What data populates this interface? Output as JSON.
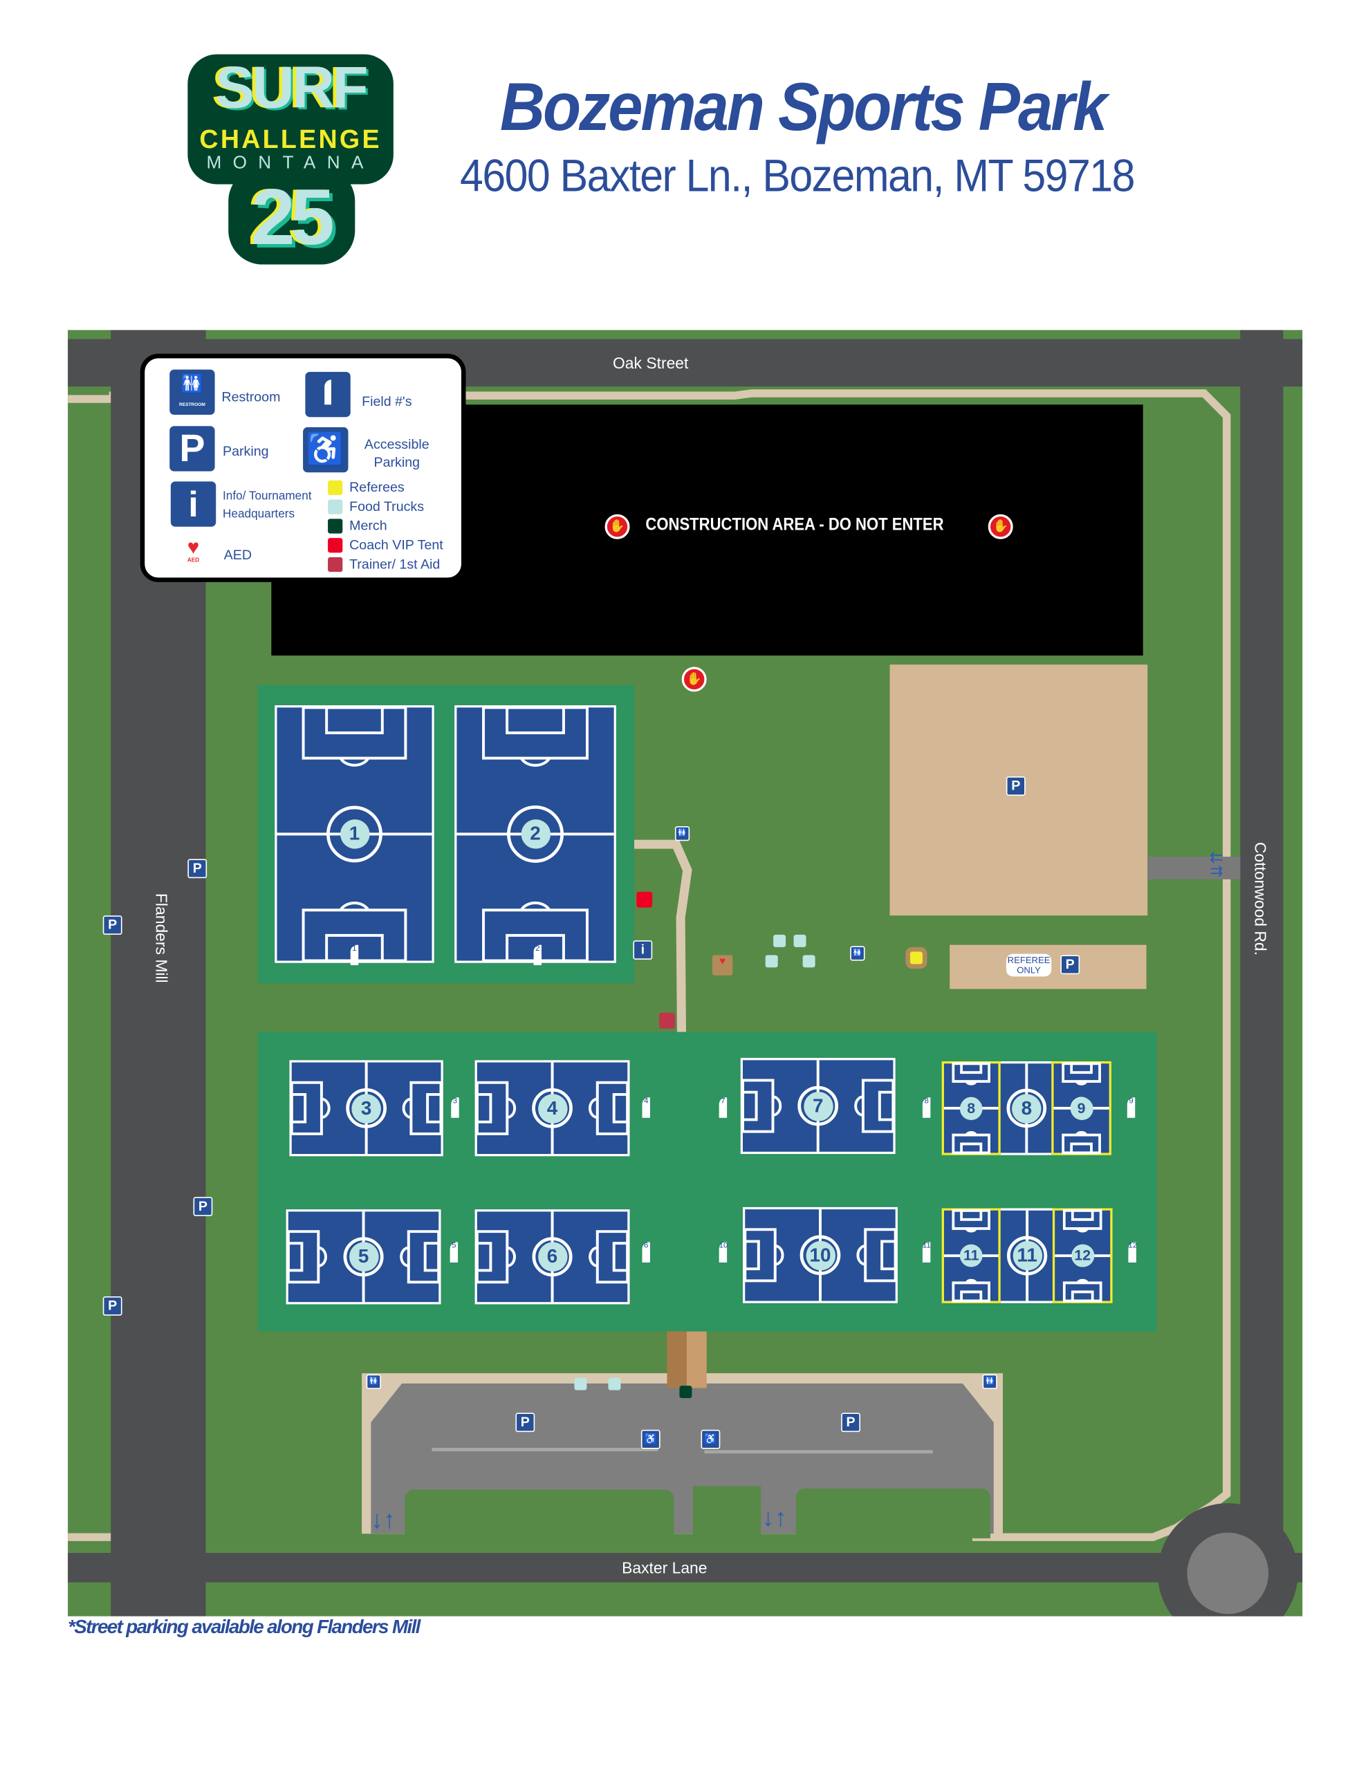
{
  "header": {
    "title": "Bozeman Sports Park",
    "address": "4600 Baxter Ln.,  Bozeman, MT 59718",
    "logo": {
      "line1": "SURF",
      "line2": "CHALLENGE",
      "line3": "MONTANA",
      "line4": "25"
    }
  },
  "roads": {
    "north": "Oak Street",
    "west": "Flanders Mill",
    "east": "Cottonwood Rd.",
    "south": "Baxter Lane"
  },
  "legend": {
    "items": [
      {
        "label": "Restroom",
        "icon": "restroom-icon",
        "sub": "RESTROOM"
      },
      {
        "label": "Field #'s",
        "icon": "field-flag-icon"
      },
      {
        "label": "Parking",
        "icon": "parking-icon",
        "glyph": "P"
      },
      {
        "label": "Accessible Parking",
        "icon": "accessible-icon",
        "glyph": "♿"
      },
      {
        "label": "Info/ Tournament Headquarters",
        "icon": "info-icon",
        "glyph": "i"
      },
      {
        "label": "AED",
        "icon": "aed-icon",
        "sub": "AED"
      }
    ],
    "swatches": [
      {
        "label": "Referees",
        "color": "#f3ec2a"
      },
      {
        "label": "Food Trucks",
        "color": "#bde5e3"
      },
      {
        "label": "Merch",
        "color": "#00432a"
      },
      {
        "label": "Coach VIP Tent",
        "color": "#ee0025"
      },
      {
        "label": "Trainer/ 1st Aid",
        "color": "#c0354a"
      }
    ]
  },
  "construction": {
    "label": "CONSTRUCTION AREA - DO NOT ENTER"
  },
  "fields": [
    "1",
    "2",
    "3",
    "4",
    "5",
    "6",
    "7",
    "8",
    "9",
    "10",
    "11",
    "12"
  ],
  "flags": [
    "1",
    "2",
    "3",
    "4",
    "5",
    "6",
    "7",
    "8",
    "9",
    "10",
    "11",
    "12"
  ],
  "referee_lot": {
    "label": "REFEREE ONLY"
  },
  "parking_glyph": "P",
  "info_glyph": "i",
  "footnote": "*Street parking available along Flanders Mill",
  "colors": {
    "grass": "#578a46",
    "field_zone": "#2e9460",
    "field": "#264f95",
    "road": "#4e4f51",
    "path": "#d9c8b0",
    "brand_blue": "#2b4d9a"
  }
}
